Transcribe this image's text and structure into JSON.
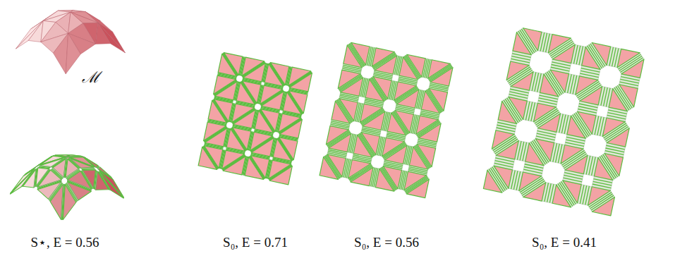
{
  "diagram": {
    "labels": [
      "ℳ",
      "S⋆, E = 0.56",
      "S₀, E = 0.71",
      "S₀, E = 0.56",
      "S₀, E = 0.41"
    ]
  }
}
